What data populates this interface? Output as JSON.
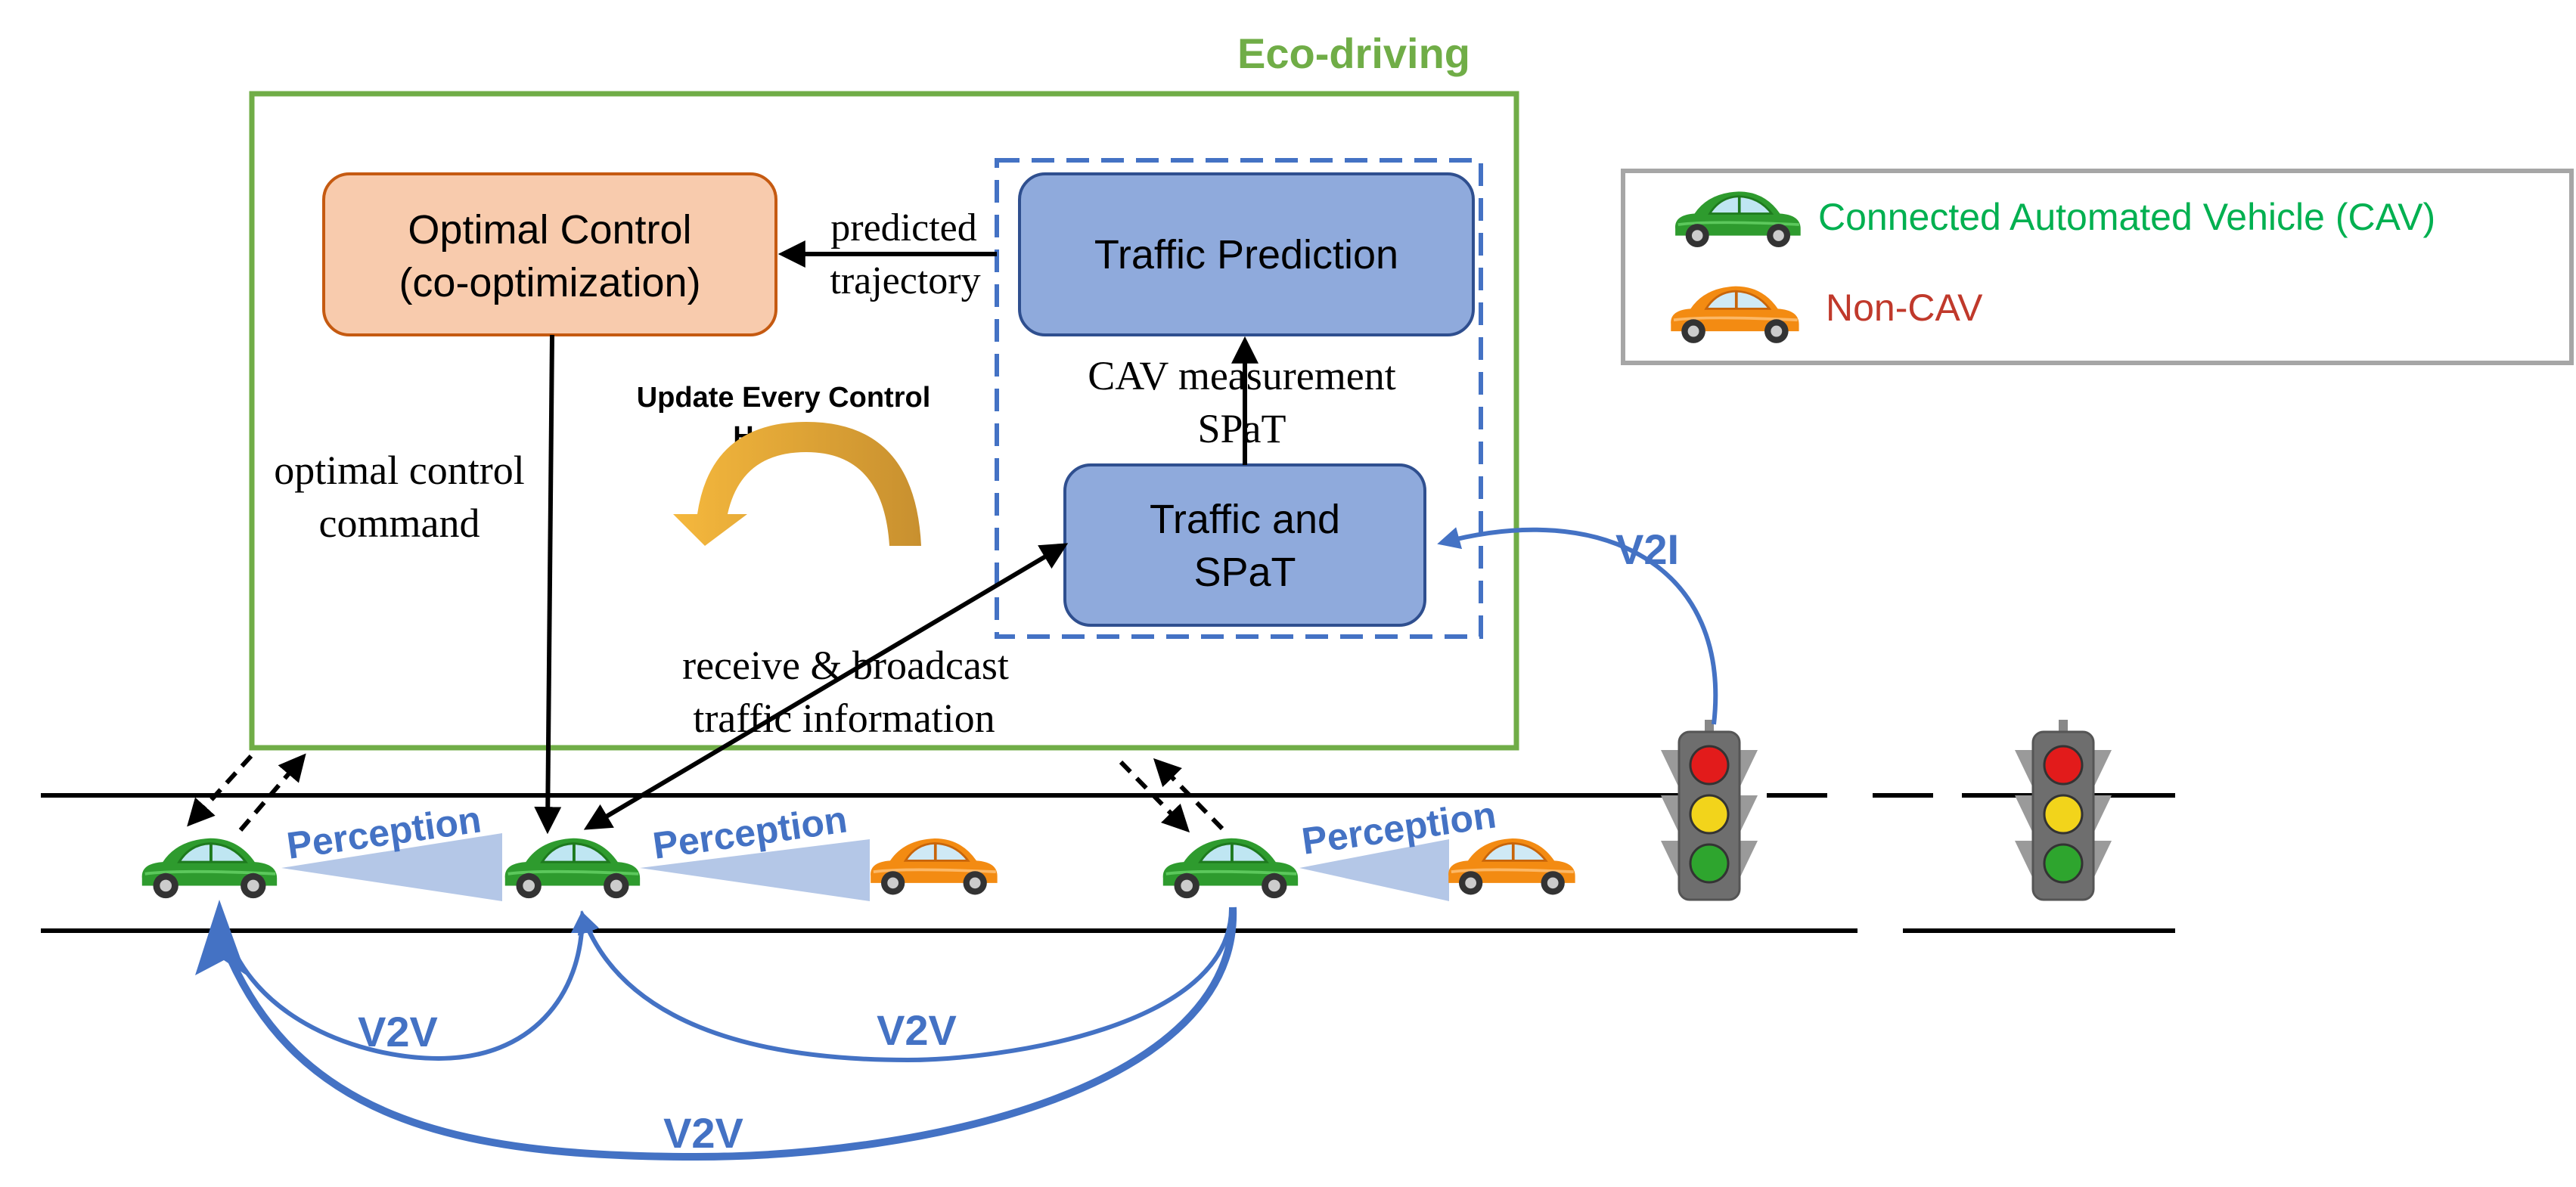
{
  "title": "Eco-driving",
  "boxes": {
    "optimal_control": {
      "line1": "Optimal Control",
      "line2": "(co-optimization)"
    },
    "traffic_prediction": "Traffic Prediction",
    "traffic_spat": {
      "line1": "Traffic and",
      "line2": "SPaT"
    }
  },
  "labels": {
    "predicted": {
      "line1": "predicted",
      "line2": "trajectory"
    },
    "optimal_cmd": {
      "line1": "optimal control",
      "line2": "command"
    },
    "update": {
      "line1": "Update Every Control",
      "line2": "Horizon"
    },
    "cav_meas": {
      "line1": "CAV measurement",
      "line2": "SPaT"
    },
    "receive": {
      "line1": "receive & broadcast",
      "line2": "traffic information"
    },
    "v2i": "V2I",
    "v2v": "V2V",
    "perception": "Perception"
  },
  "legend": {
    "cav": "Connected Automated Vehicle (CAV)",
    "noncav": "Non-CAV"
  },
  "colors": {
    "eco_green": "#70ad47",
    "legend_green": "#00b050",
    "legend_red": "#c0392b",
    "orange_box": "#f8cbad",
    "orange_border": "#c55a11",
    "blue_box": "#8faadc",
    "blue_border": "#2f4f8f",
    "v2x_blue": "#4472c4",
    "perception_fill": "#b4c7e7",
    "car_green": "#33a532",
    "car_orange": "#f38b12"
  },
  "icons": [
    "green-car-icon",
    "orange-car-icon",
    "traffic-light-icon",
    "update-arrow-icon"
  ]
}
